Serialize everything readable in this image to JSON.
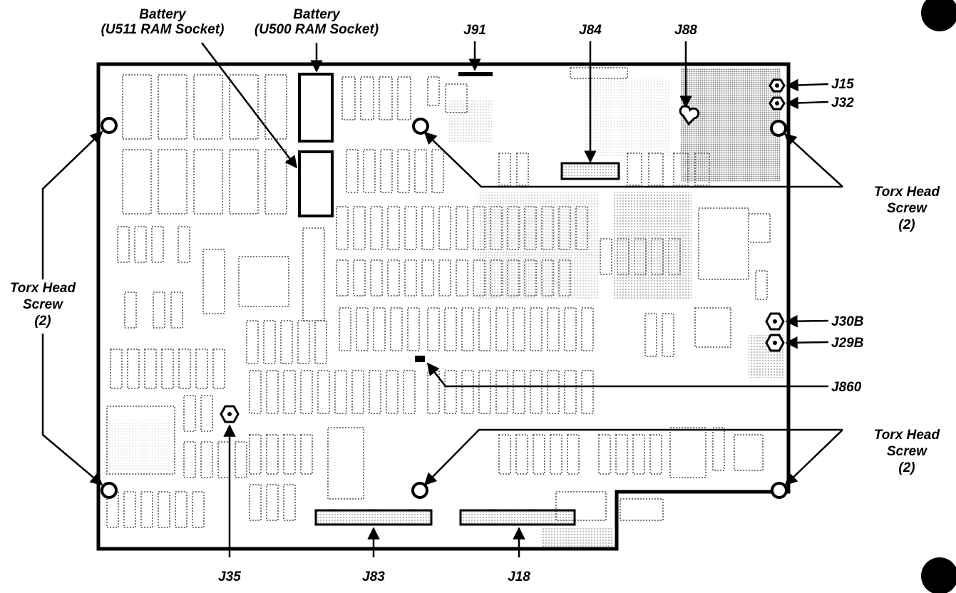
{
  "labels": {
    "battery_u511_line1": "Battery",
    "battery_u511_line2": "(U511 RAM Socket)",
    "battery_u500_line1": "Battery",
    "battery_u500_line2": "(U500 RAM Socket)",
    "j91": "J91",
    "j84": "J84",
    "j88": "J88",
    "j15": "J15",
    "j32": "J32",
    "torx_right_top_line1": "Torx Head",
    "torx_right_top_line2": "Screw",
    "torx_right_top_line3": "(2)",
    "torx_left_line1": "Torx Head",
    "torx_left_line2": "Screw",
    "torx_left_line3": "(2)",
    "j30b": "J30B",
    "j29b": "J29B",
    "j860": "J860",
    "torx_right_bottom_line1": "Torx Head",
    "torx_right_bottom_line2": "Screw",
    "torx_right_bottom_line3": "(2)",
    "j35": "J35",
    "j83": "J83",
    "j18": "J18"
  },
  "colors": {
    "ink": "#000000",
    "board": "#ffffff",
    "component_dots": "#9a9a9a"
  }
}
